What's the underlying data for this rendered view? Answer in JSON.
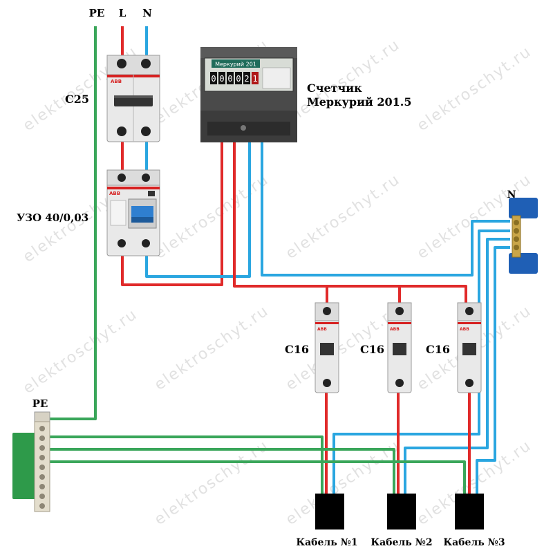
{
  "labels": {
    "pe_top": "PE",
    "l_top": "L",
    "n_top": "N",
    "breaker_main": "C25",
    "rcd": "УЗО 40/0,03",
    "meter_line1": "Счетчик",
    "meter_line2": "Меркурий 201.5",
    "n_bus": "N",
    "pe_bus": "PE",
    "c16_1": "C16",
    "c16_2": "C16",
    "c16_3": "C16",
    "cable_1": "Кабель №1",
    "cable_2": "Кабель №2",
    "cable_3": "Кабель №3"
  },
  "meter": {
    "brand": "Меркурий 201",
    "display_digits": [
      "0",
      "0",
      "0",
      "0",
      "2",
      "1"
    ]
  },
  "watermark": "elektroschyt.ru",
  "device_brand": "ABB",
  "colors": {
    "phase": "#e02a2a",
    "neutral": "#2aa6e0",
    "earth": "#3aa65a",
    "device_body": "#e9e9e9",
    "meter_body": "#4a4a4a",
    "n_bus_body": "#1f5fb5",
    "pe_bus_body": "#2e9a4a",
    "cable": "#000000"
  }
}
